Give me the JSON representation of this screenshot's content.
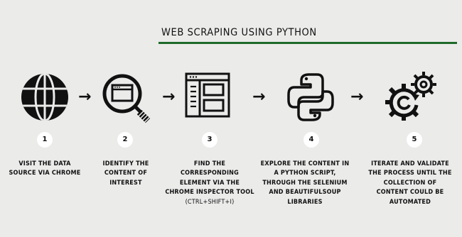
{
  "title": "WEB SCRAPING USING PYTHON",
  "colors": {
    "accent": "#1e6a2a",
    "icon": "#111111",
    "background": "#ebebea"
  },
  "steps": [
    {
      "number": "1",
      "icon": "globe-icon",
      "text": "VISIT THE DATA SOURCE VIA CHROME"
    },
    {
      "number": "2",
      "icon": "magnifier-browser-icon",
      "text": "IDENTIFY THE CONTENT OF INTEREST"
    },
    {
      "number": "3",
      "icon": "inspector-window-icon",
      "text": "FIND THE CORRESPONDING ELEMENT VIA THE CHROME INSPECTOR TOOL",
      "shortcut": "(CTRL+SHIFT+I)"
    },
    {
      "number": "4",
      "icon": "python-logo-icon",
      "text": "EXPLORE THE CONTENT IN A PYTHON SCRIPT, THROUGH THE SELENIUM AND BEAUTIFULSOUP LIBRARIES"
    },
    {
      "number": "5",
      "icon": "gears-cycle-icon",
      "text": "ITERATE AND VALIDATE THE PROCESS UNTIL THE COLLECTION OF CONTENT COULD BE AUTOMATED"
    }
  ],
  "arrow_glyph": "→"
}
